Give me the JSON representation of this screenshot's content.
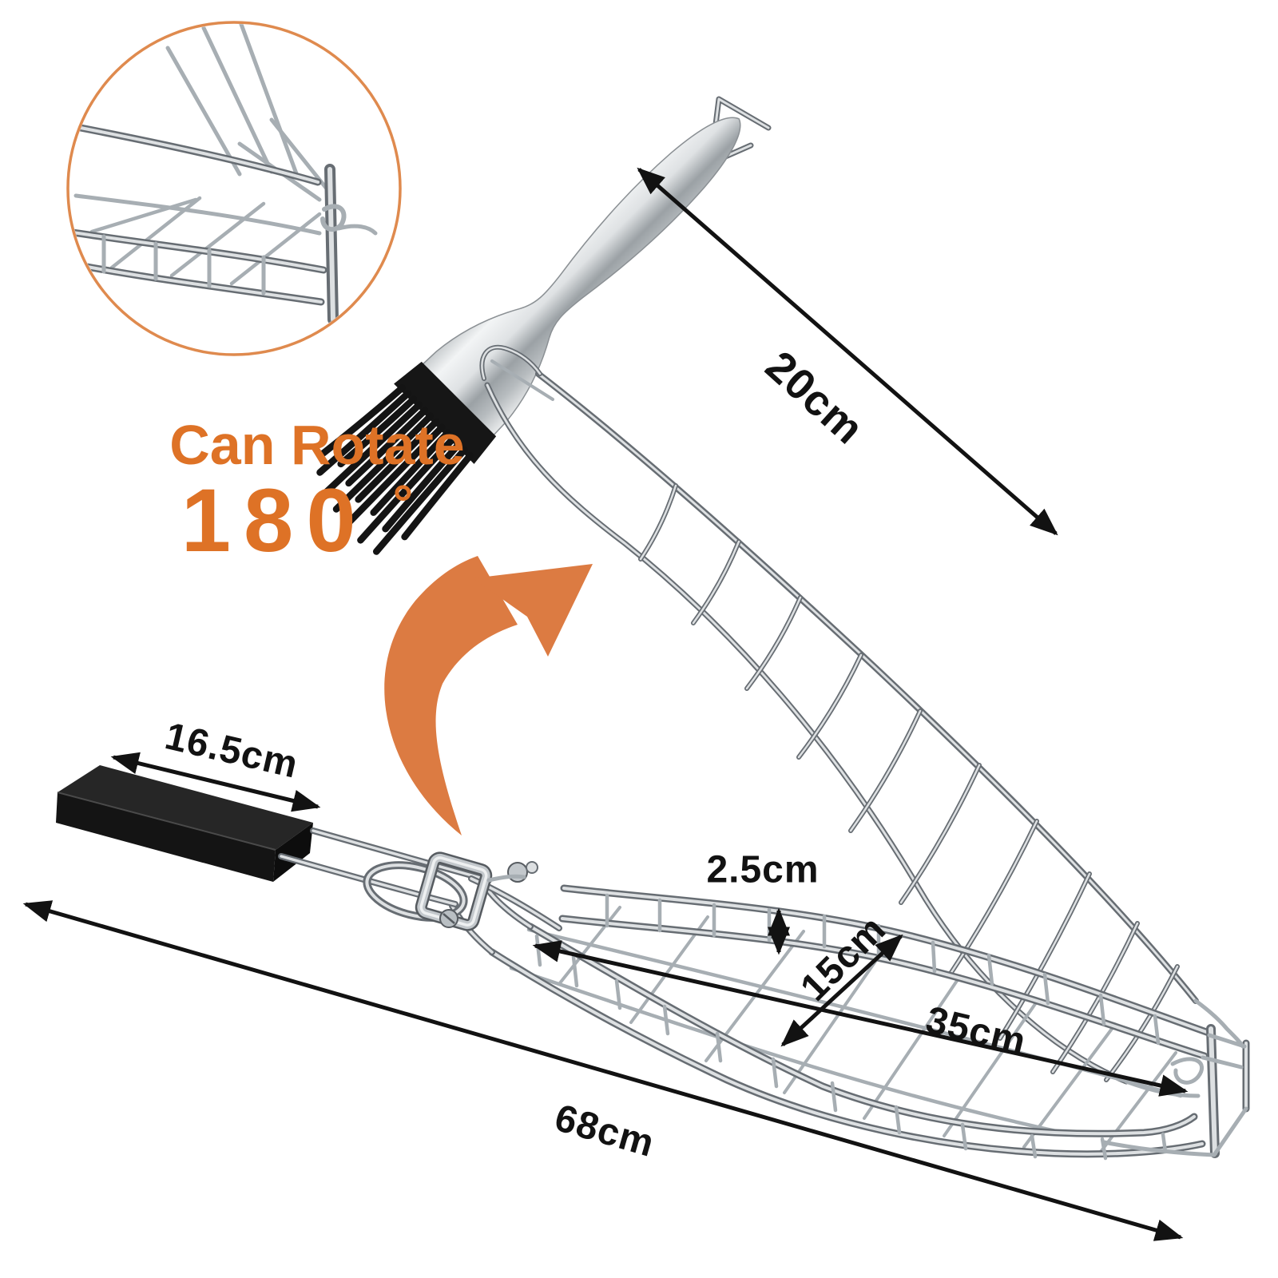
{
  "callout": {
    "title": "Can Rotate",
    "angle": "180",
    "unit": "°"
  },
  "dimensions": {
    "brush_length": "20cm",
    "handle_length": "16.5cm",
    "rim_depth": "2.5cm",
    "basket_width": "15cm",
    "basket_length": "35cm",
    "overall_length": "68cm"
  },
  "colors": {
    "background": "#ffffff",
    "accent_text": "#DE7226",
    "accent_arrow": "#DC7B42",
    "inset_ring": "#DF8A4E",
    "dimension_ink": "#121212",
    "metal_dark": "#676d73",
    "metal_mid": "#a7aeb3",
    "metal_light": "#dde0e2",
    "handle_black": "#1a1a1a",
    "bristle_black": "#141414"
  }
}
